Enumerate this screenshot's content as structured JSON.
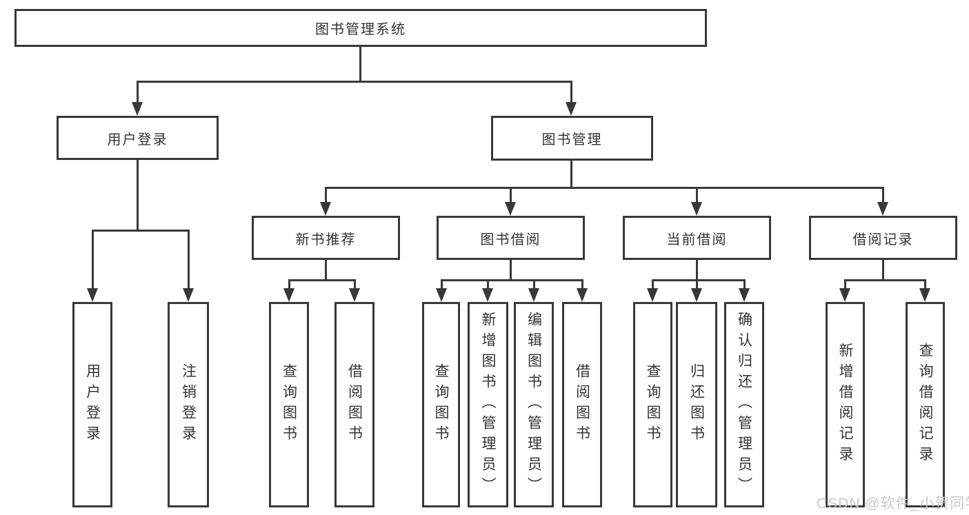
{
  "colors": {
    "line": "#383838",
    "text": "#333333",
    "background": "#ffffff",
    "watermark": "#c6c6c6"
  },
  "diagram": {
    "root": {
      "label": "图书管理系统"
    },
    "level2": [
      {
        "label": "用户登录"
      },
      {
        "label": "图书管理"
      }
    ],
    "level3": [
      {
        "label": "新书推荐"
      },
      {
        "label": "图书借阅"
      },
      {
        "label": "当前借阅"
      },
      {
        "label": "借阅记录"
      }
    ],
    "leaves": {
      "user_login": [
        {
          "label": "用户登录"
        },
        {
          "label": "注销登录"
        }
      ],
      "new_book": [
        {
          "label": "查询图书"
        },
        {
          "label": "借阅图书"
        }
      ],
      "book_borrow": [
        {
          "label": "查询图书"
        },
        {
          "label": "新增图书（管理员）"
        },
        {
          "label": "编辑图书（管理员）"
        },
        {
          "label": "借阅图书"
        }
      ],
      "current_borrow": [
        {
          "label": "查询图书"
        },
        {
          "label": "归还图书"
        },
        {
          "label": "确认归还（管理员）"
        }
      ],
      "borrow_records": [
        {
          "label": "新增借阅记录"
        },
        {
          "label": "查询借阅记录"
        }
      ]
    }
  },
  "watermark": {
    "text": "CSDN @软件_小贺同学"
  }
}
